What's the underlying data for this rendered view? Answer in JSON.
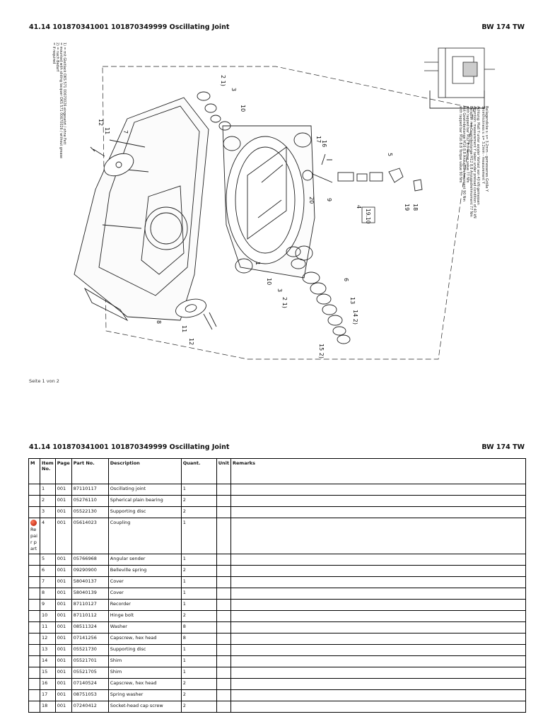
{
  "header": {
    "title": "41.14 101870341001 101870349999 Oscillating Joint",
    "model": "BW 174 TW"
  },
  "footer": {
    "page_label": "Seite 1 von 2"
  },
  "drawing": {
    "callouts": [
      "1",
      "2 1)",
      "3",
      "10",
      "5",
      "4",
      "6",
      "7",
      "8",
      "9",
      "11",
      "12",
      "13",
      "14 2)",
      "15 2)",
      "16",
      "17",
      "18",
      "19",
      "20",
      "19.10",
      "2 1)",
      "3",
      "10",
      "11",
      "12"
    ],
    "notes_left": [
      "1) = mit Gleitlack OKS 571 00670026 eingesetzt / ohne Fett",
      "   = mounted with sliding lacquer OKS 571 00670026 / without grease",
      "2) = nach Bedarf",
      "   = if required"
    ],
    "notes_right": [
      "Beilagendicke s: s= 3.2mm - gemessenes Größe Y",
      "Shimthickness s:  s= 3.2mm - measurement Y",
      "Achtung: Maß Y unter axialer Vorlast von 40 kN gemessen",
      "Attention: measurement Y taken under preload condition of 40 kN",
      "Beispiel: mit Gewindestange M12 8.8 Anzugsdrehmoment 77 Nm",
      "with tapped bar M12 8.8 Torque value 77 Nm",
      "mit Gewindestange M16 8.8 Anzugsdrehmoment 90 Nm",
      "with tapped bar M16 8.8 Torque value 90 Nm"
    ]
  },
  "table": {
    "columns": [
      "M",
      "Item No.",
      "Page",
      "Part No.",
      "Description",
      "Quant.",
      "Unit",
      "Remarks"
    ],
    "repair_note": "Repair part",
    "rows": [
      {
        "item": "1",
        "page": "001",
        "part": "87110117",
        "desc": "Oscillating joint",
        "qty": "1"
      },
      {
        "item": "2",
        "page": "001",
        "part": "05276110",
        "desc": "Spherical plain bearing",
        "qty": "2"
      },
      {
        "item": "3",
        "page": "001",
        "part": "05522130",
        "desc": "Supporting disc",
        "qty": "2"
      },
      {
        "item": "4",
        "page": "001",
        "part": "05614023",
        "desc": "Coupling",
        "qty": "1"
      },
      {
        "item": "5",
        "page": "001",
        "part": "05766968",
        "desc": "Angular sender",
        "qty": "1"
      },
      {
        "item": "6",
        "page": "001",
        "part": "09290900",
        "desc": "Belleville spring",
        "qty": "2"
      },
      {
        "item": "7",
        "page": "001",
        "part": "58040137",
        "desc": "Cover",
        "qty": "1"
      },
      {
        "item": "8",
        "page": "001",
        "part": "58040139",
        "desc": "Cover",
        "qty": "1"
      },
      {
        "item": "9",
        "page": "001",
        "part": "87110127",
        "desc": "Recorder",
        "qty": "1"
      },
      {
        "item": "10",
        "page": "001",
        "part": "87110112",
        "desc": "Hinge bolt",
        "qty": "2"
      },
      {
        "item": "11",
        "page": "001",
        "part": "08511324",
        "desc": "Washer",
        "qty": "8"
      },
      {
        "item": "12",
        "page": "001",
        "part": "07141256",
        "desc": "Capscrew, hex head",
        "qty": "8"
      },
      {
        "item": "13",
        "page": "001",
        "part": "05521730",
        "desc": "Supporting disc",
        "qty": "1"
      },
      {
        "item": "14",
        "page": "001",
        "part": "05521701",
        "desc": "Shim",
        "qty": "1"
      },
      {
        "item": "15",
        "page": "001",
        "part": "05521705",
        "desc": "Shim",
        "qty": "1"
      },
      {
        "item": "16",
        "page": "001",
        "part": "07140524",
        "desc": "Capscrew, hex head",
        "qty": "2"
      },
      {
        "item": "17",
        "page": "001",
        "part": "08751053",
        "desc": "Spring washer",
        "qty": "2"
      },
      {
        "item": "18",
        "page": "001",
        "part": "07240412",
        "desc": "Socket-head cap screw",
        "qty": "2"
      }
    ]
  }
}
